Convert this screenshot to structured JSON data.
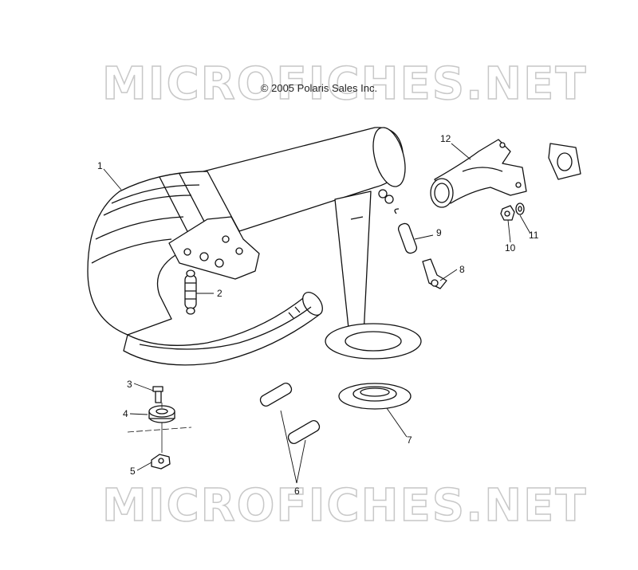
{
  "copyright": "© 2005 Polaris Sales Inc.",
  "watermark": "MICROFICHES.NET",
  "callouts": [
    {
      "id": "1",
      "name": "callout-1"
    },
    {
      "id": "2",
      "name": "callout-2"
    },
    {
      "id": "3",
      "name": "callout-3"
    },
    {
      "id": "4",
      "name": "callout-4"
    },
    {
      "id": "5",
      "name": "callout-5"
    },
    {
      "id": "6",
      "name": "callout-6"
    },
    {
      "id": "7",
      "name": "callout-7"
    },
    {
      "id": "8",
      "name": "callout-8"
    },
    {
      "id": "9",
      "name": "callout-9"
    },
    {
      "id": "10",
      "name": "callout-10"
    },
    {
      "id": "11",
      "name": "callout-11"
    },
    {
      "id": "12",
      "name": "callout-12"
    }
  ]
}
